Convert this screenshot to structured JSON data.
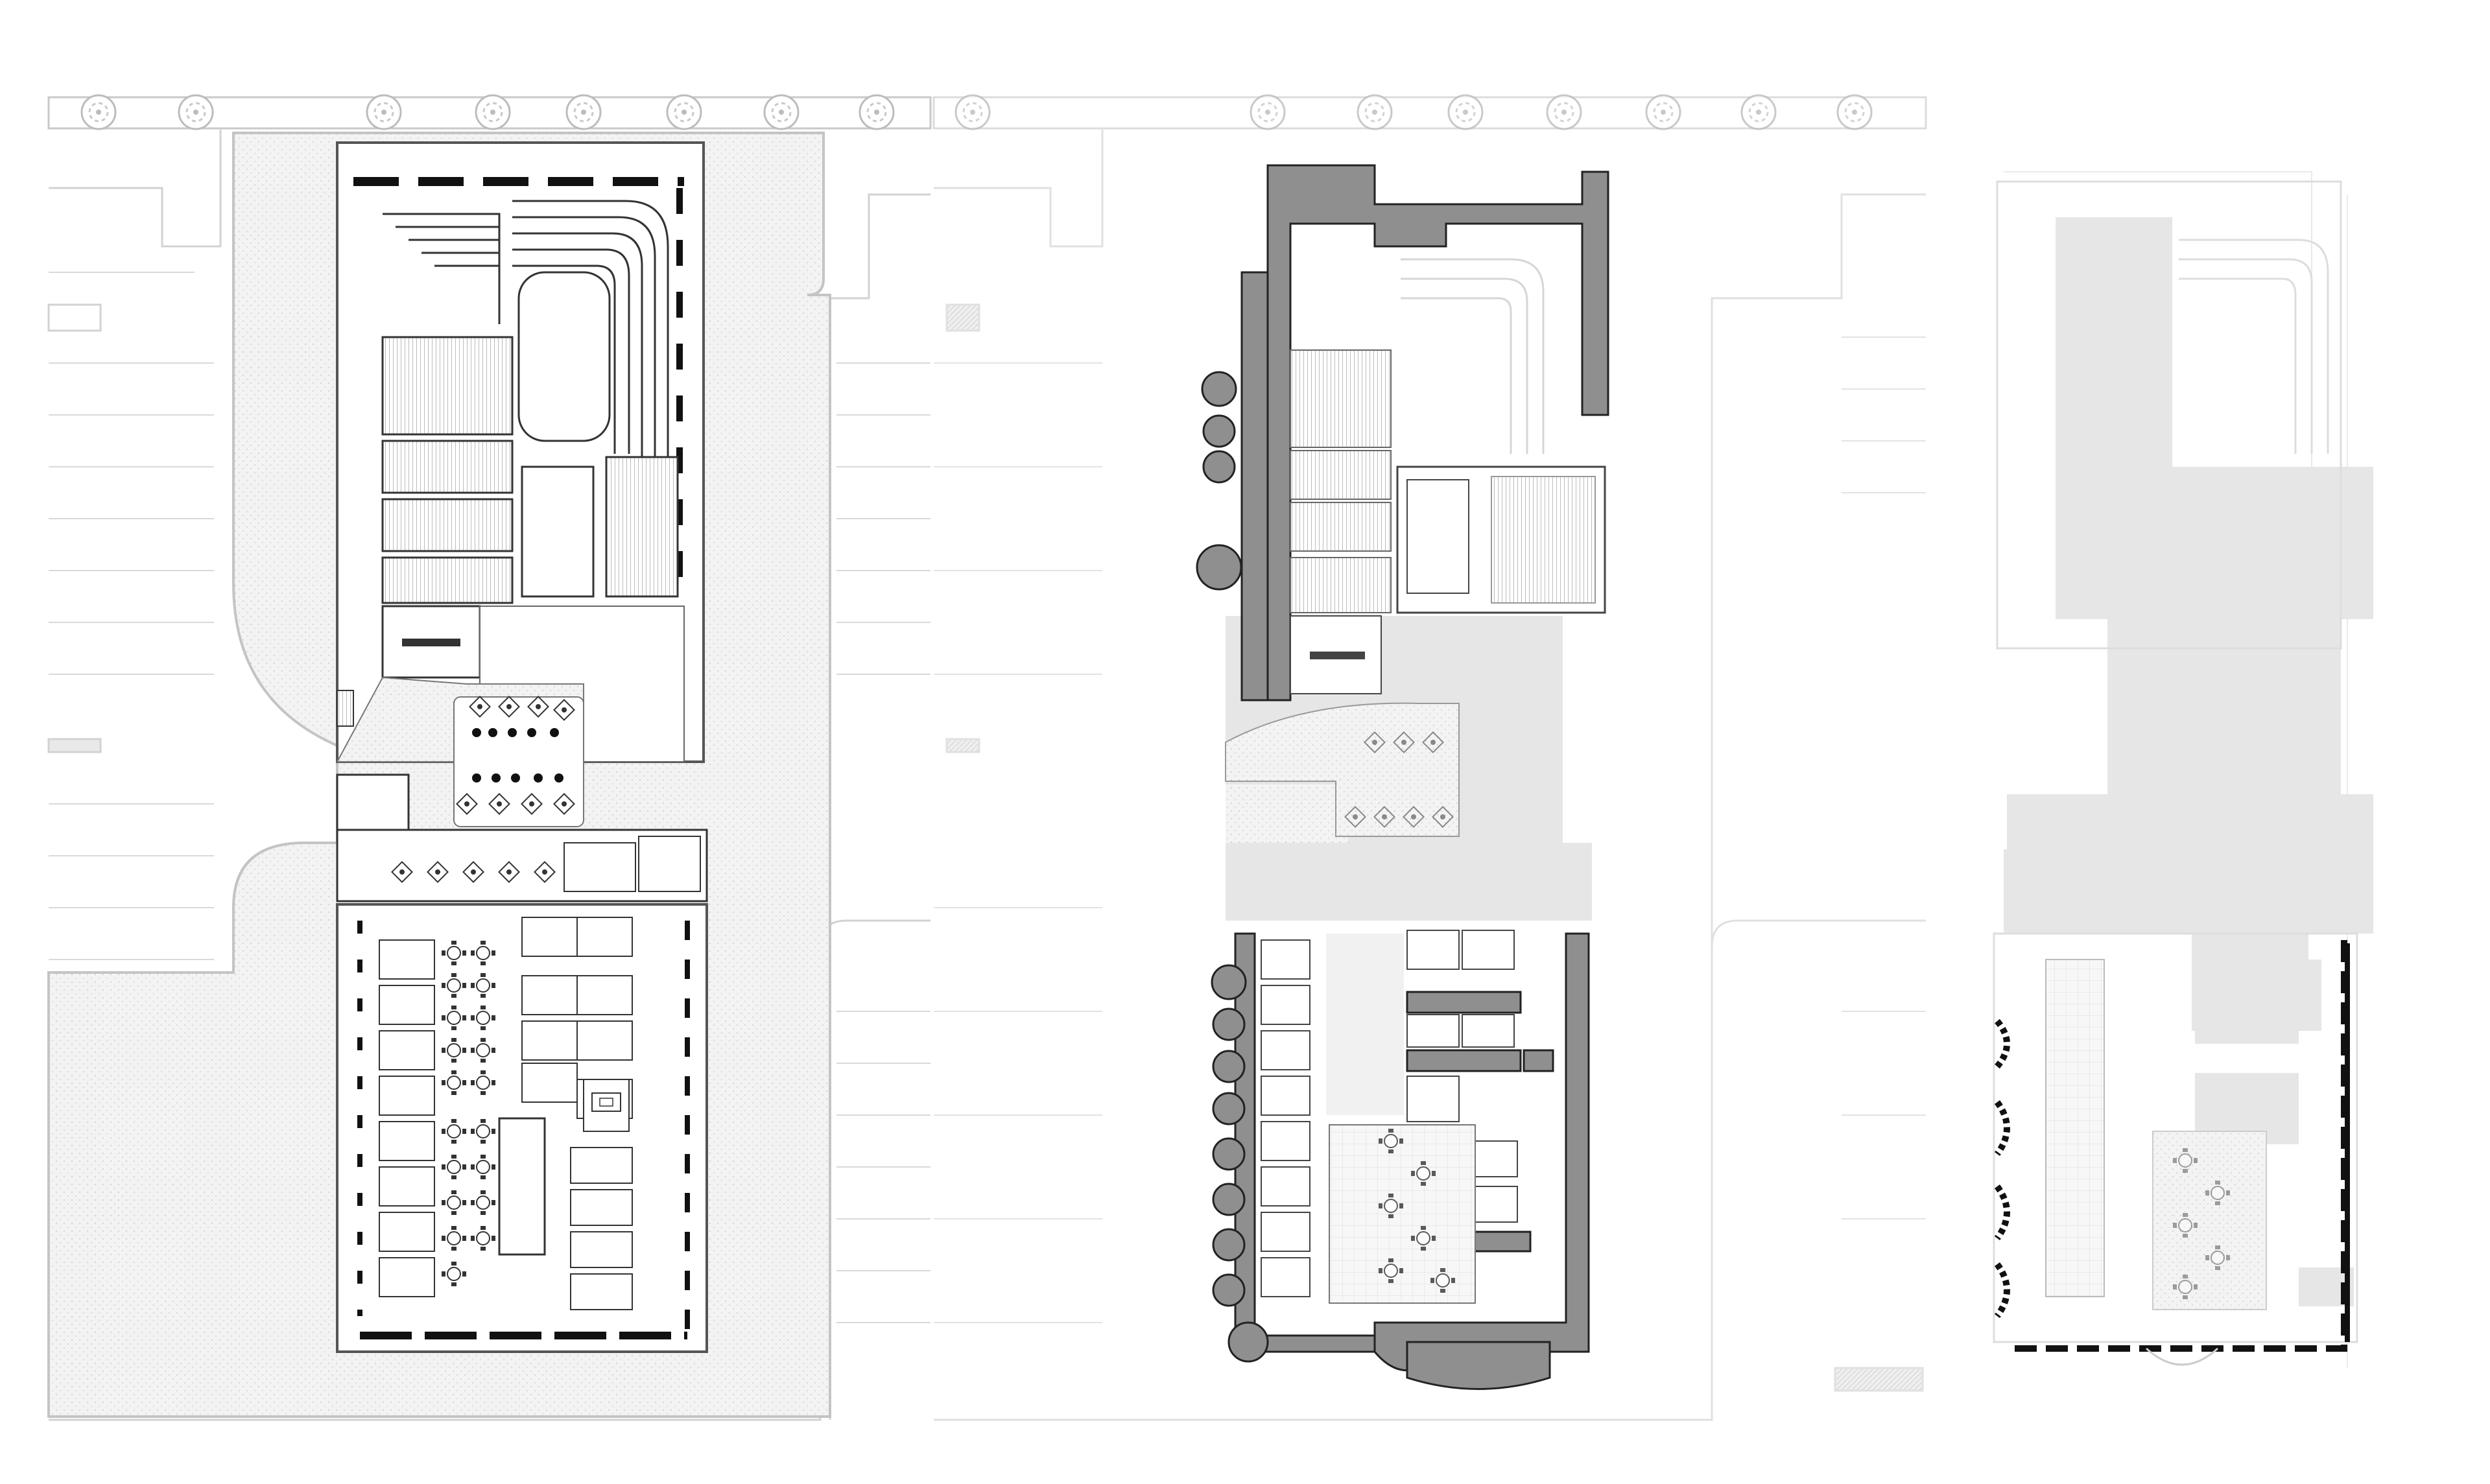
{
  "drawing": {
    "views": [
      {
        "id": "plan-left",
        "style": "full-site-plan"
      },
      {
        "id": "plan-middle",
        "style": "structure-plan"
      },
      {
        "id": "plan-right",
        "style": "massing-plan"
      }
    ],
    "colors": {
      "background": "#ffffff",
      "line": "#1a1a1a",
      "line_light": "#c8c8c8",
      "wall_fill": "#8c8c8c",
      "mass_fill": "#e6e6e6",
      "paving_fill": "#f2f2f2",
      "tree": "#b9b9b9"
    },
    "icons": [
      "tree-icon",
      "table-icon",
      "column-icon",
      "stair-icon"
    ]
  }
}
